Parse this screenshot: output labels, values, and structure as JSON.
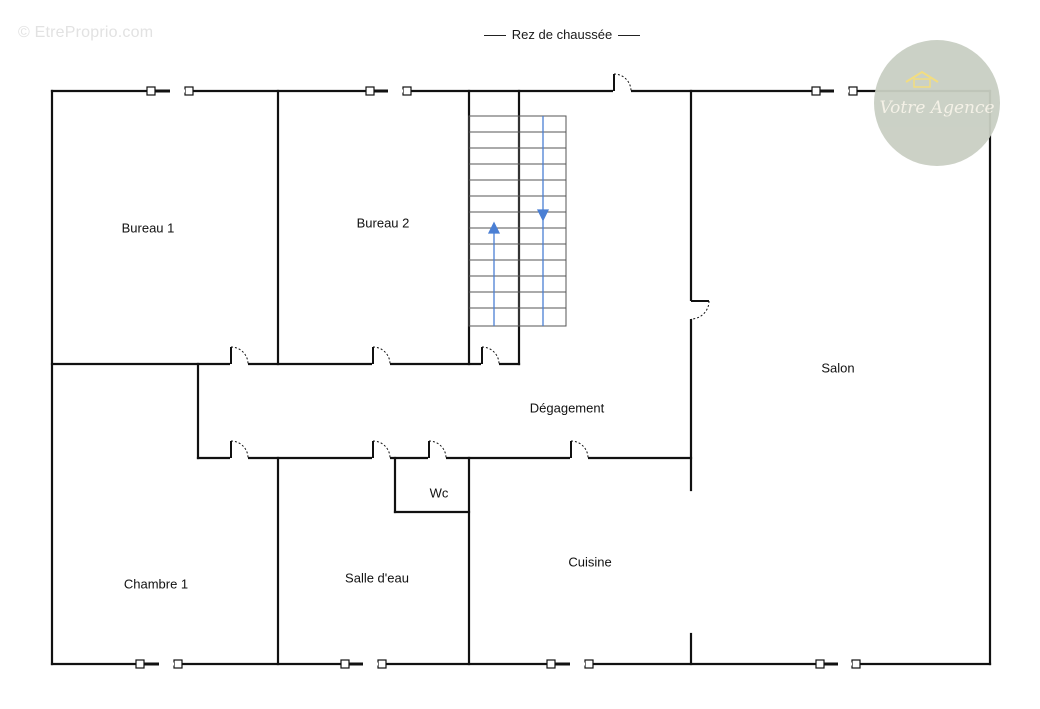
{
  "watermark": "© EtreProprio.com",
  "floor_title": "Rez de chaussée",
  "rooms": {
    "bureau1": "Bureau 1",
    "bureau2": "Bureau 2",
    "salon": "Salon",
    "degagement": "Dégagement",
    "wc": "Wc",
    "cuisine": "Cuisine",
    "chambre1": "Chambre 1",
    "salle_deau": "Salle d'eau"
  },
  "logo": {
    "text": "Votre Agence",
    "icon": "house-logo-icon"
  },
  "colors": {
    "wall": "#111111",
    "stair_arrow": "#4a7fd4",
    "logo_bg": "#c9cfc3"
  }
}
